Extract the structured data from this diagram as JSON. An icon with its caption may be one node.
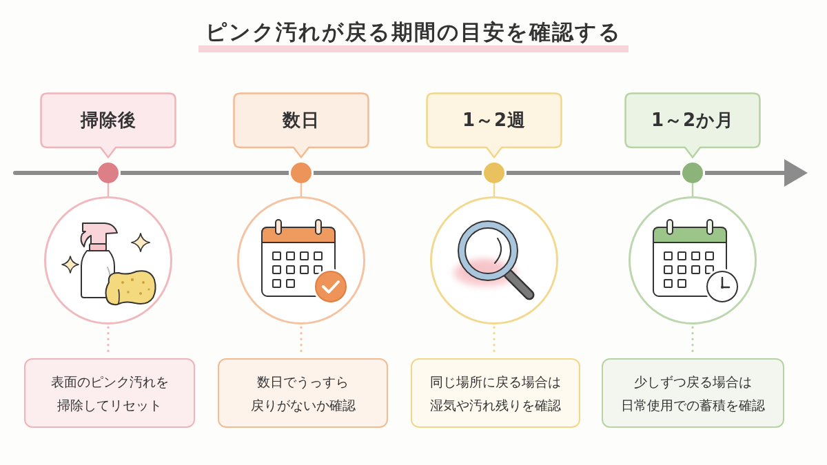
{
  "diagram": {
    "title": "ピンク汚れが戻る期間の目安を確認する",
    "nodes": [
      {
        "text": [
          "掃除後"
        ]
      },
      {
        "text": [
          "数日"
        ]
      },
      {
        "text": [
          "1～2週"
        ]
      },
      {
        "text": [
          "1～2か月"
        ]
      },
      {
        "text": [],
        "shape": "circle"
      },
      {
        "text": [],
        "shape": "circle"
      },
      {
        "text": [],
        "shape": "circle"
      },
      {
        "text": [],
        "shape": "circle"
      },
      {
        "text": [],
        "shape": "picture"
      },
      {
        "text": [],
        "shape": "picture"
      },
      {
        "text": [],
        "shape": "picture"
      },
      {
        "text": [],
        "shape": "picture"
      },
      {
        "text": [
          "表面のピンク汚れを掃除してリセット"
        ]
      },
      {
        "text": [
          "数日でうっすら戻りがないか確認"
        ]
      },
      {
        "text": [
          "同じ場所に戻る場合は湿気や汚れ残りを確認"
        ]
      },
      {
        "text": [
          "少しずつ戻る場合は日常使用での蓄積を確認"
        ]
      }
    ],
    "edges": [
      {
        "from": null,
        "to": 4,
        "arrow": "none",
        "style": "thick",
        "color": "#8c8c8c"
      },
      {
        "from": 4,
        "to": 5,
        "arrow": "none",
        "style": "thick",
        "color": "#8c8c8c"
      },
      {
        "from": 5,
        "to": 6,
        "arrow": "none",
        "style": "thick",
        "color": "#8c8c8c"
      },
      {
        "from": 6,
        "to": 7,
        "arrow": "none",
        "style": "thick",
        "color": "#8c8c8c"
      },
      {
        "from": 7,
        "to": null,
        "arrow": "to",
        "style": "thick",
        "color": "#8c8c8c"
      },
      {
        "from": 4,
        "to": 8,
        "arrow": "none",
        "color": "#efb6bb"
      },
      {
        "from": 5,
        "to": 9,
        "arrow": "none",
        "color": "#f4c19d"
      },
      {
        "from": 6,
        "to": 10,
        "arrow": "none",
        "color": "#f1d88e"
      },
      {
        "from": 7,
        "to": 11,
        "arrow": "none",
        "color": "#bad4a9"
      },
      {
        "from": 8,
        "to": 12,
        "arrow": "none",
        "style": "dashed",
        "color": "#efb6bb"
      },
      {
        "from": 9,
        "to": 13,
        "arrow": "none",
        "style": "dashed",
        "color": "#f4c19d"
      },
      {
        "from": 10,
        "to": 14,
        "arrow": "none",
        "style": "dashed",
        "color": "#f1d88e"
      },
      {
        "from": 11,
        "to": 15,
        "arrow": "none",
        "style": "dashed",
        "color": "#bad4a9"
      }
    ]
  }
}
